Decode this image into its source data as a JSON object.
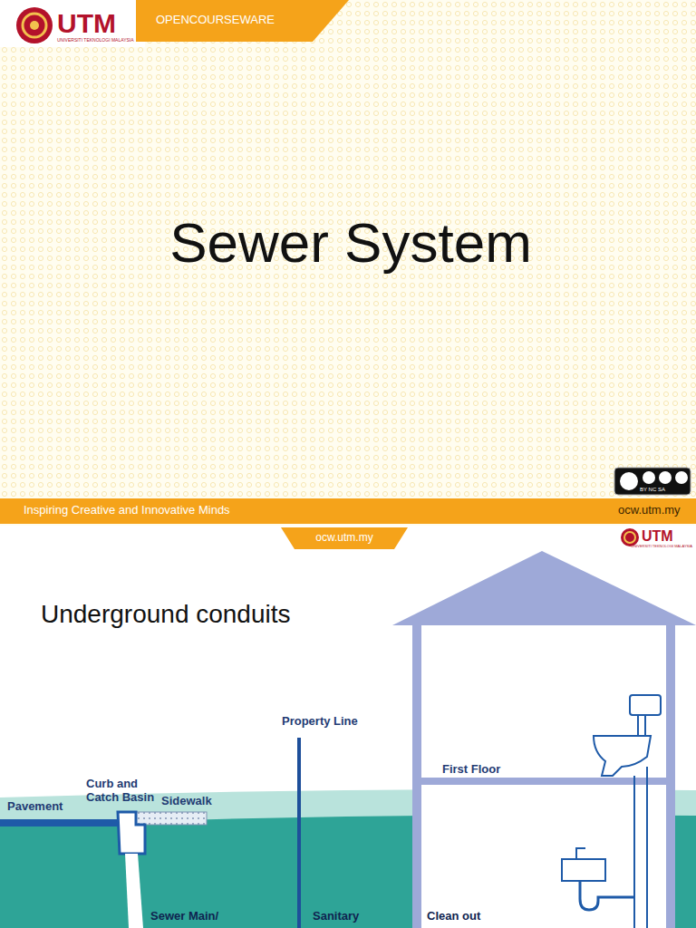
{
  "diagram": {
    "title": "Sewer System",
    "labels": [
      "UTM",
      "UNIVERSITI TEKNOLOGI MALAYSIA",
      "OPENCOURSEWARE",
      "BY NC SA",
      "Inspiring Creative and Innovative Minds",
      "ocw.utm.my",
      "ocw.utm.my",
      "UTM",
      "UNIVERSITI TEKNOLOGI MALAYSIA",
      "Underground conduits",
      "Property Line",
      "Curb and Catch Basin",
      "Sidewalk",
      "Pavement",
      "First Floor",
      "Sewer Main/",
      "Sanitary",
      "Clean out"
    ]
  }
}
